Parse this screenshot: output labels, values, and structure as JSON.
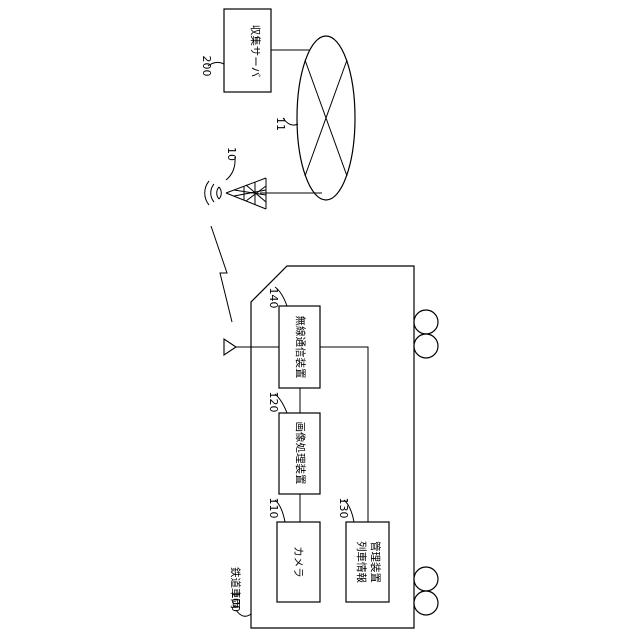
{
  "train": {
    "ref": "100",
    "label": "鉄道車両"
  },
  "camera": {
    "ref": "110",
    "label": "カメラ"
  },
  "image_processor": {
    "ref": "120",
    "label": "画像処理装置"
  },
  "train_info_manager": {
    "ref": "130",
    "label_line1": "列車情報",
    "label_line2": "管理装置"
  },
  "wireless_comm": {
    "ref": "140",
    "label": "無線通信装置"
  },
  "base_station": {
    "ref": "10"
  },
  "network": {
    "ref": "11"
  },
  "collection_server": {
    "ref": "200",
    "label": "収集サーバ"
  }
}
